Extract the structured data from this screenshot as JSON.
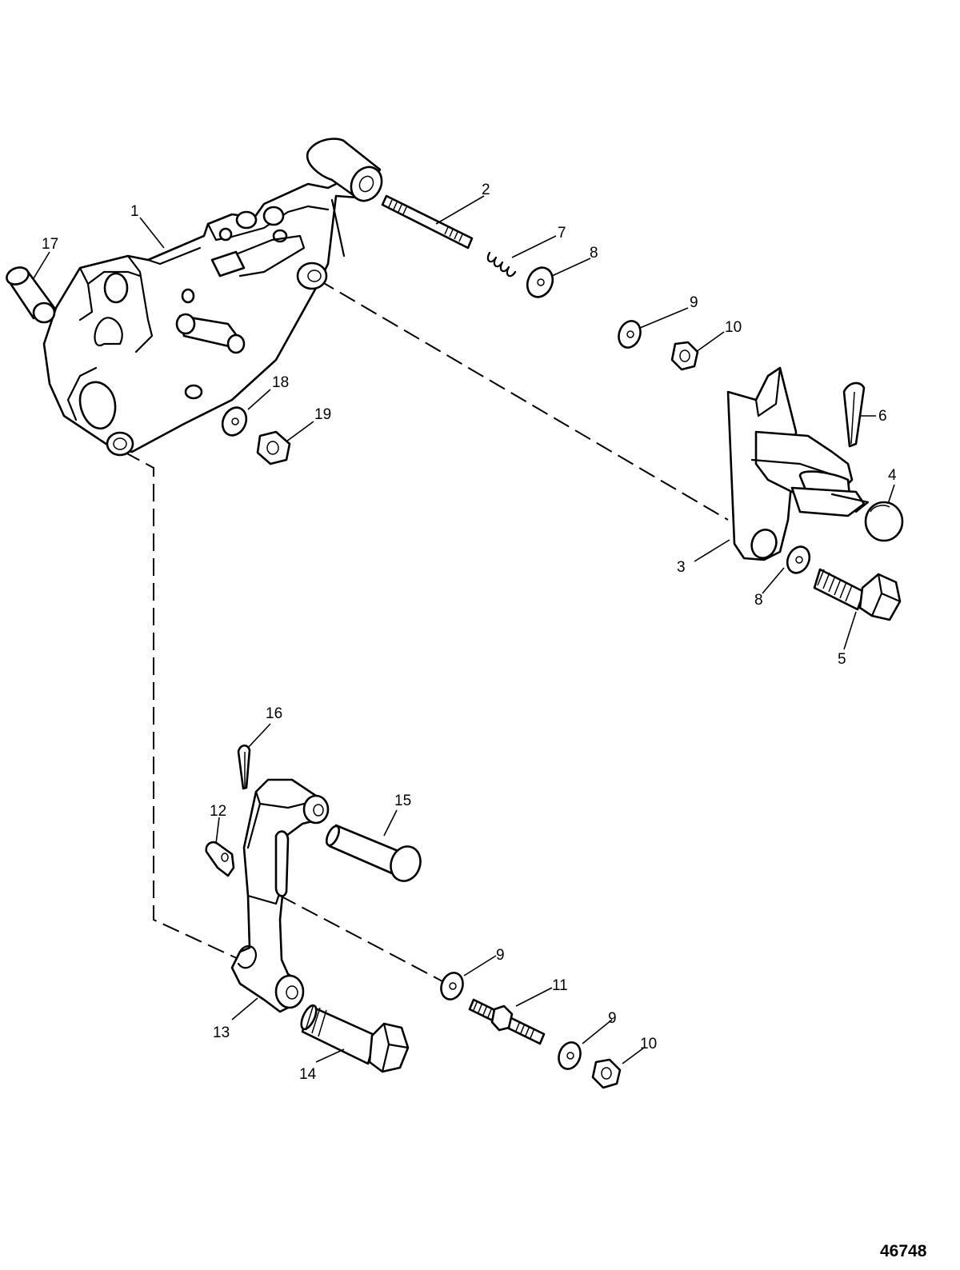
{
  "figure_number": "46748",
  "callouts": {
    "c1": "1",
    "c2": "2",
    "c3": "3",
    "c4": "4",
    "c5": "5",
    "c6": "6",
    "c7": "7",
    "c8a": "8",
    "c8b": "8",
    "c9a": "9",
    "c9b": "9",
    "c9c": "9",
    "c10a": "10",
    "c10b": "10",
    "c11": "11",
    "c12": "12",
    "c13": "13",
    "c14": "14",
    "c15": "15",
    "c16": "16",
    "c17": "17",
    "c18": "18",
    "c19": "19"
  }
}
